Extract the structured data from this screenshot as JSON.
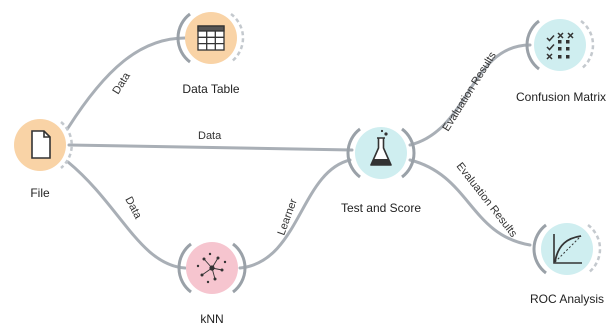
{
  "canvas": {
    "background": "#ffffff",
    "edge_color": "#a9afb6"
  },
  "nodes": [
    {
      "id": "file",
      "label": "File",
      "icon": "file-icon",
      "color": "#f9d3a6"
    },
    {
      "id": "data_table",
      "label": "Data Table",
      "icon": "table-icon",
      "color": "#f9d3a6"
    },
    {
      "id": "test_and_score",
      "label": "Test and Score",
      "icon": "flask-icon",
      "color": "#cfeef0"
    },
    {
      "id": "confusion_matrix",
      "label": "Confusion Matrix",
      "icon": "matrix-icon",
      "color": "#cfeef0"
    },
    {
      "id": "roc_analysis",
      "label": "ROC Analysis",
      "icon": "roc-curve-icon",
      "color": "#cfeef0"
    },
    {
      "id": "knn",
      "label": "kNN",
      "icon": "knn-icon",
      "color": "#f6c5cf"
    }
  ],
  "links": [
    {
      "from": "file",
      "to": "data_table",
      "label": "Data"
    },
    {
      "from": "file",
      "to": "test_and_score",
      "label": "Data"
    },
    {
      "from": "file",
      "to": "knn",
      "label": "Data"
    },
    {
      "from": "knn",
      "to": "test_and_score",
      "label": "Learner"
    },
    {
      "from": "test_and_score",
      "to": "confusion_matrix",
      "label": "Evaluation Results"
    },
    {
      "from": "test_and_score",
      "to": "roc_analysis",
      "label": "Evaluation Results"
    }
  ]
}
